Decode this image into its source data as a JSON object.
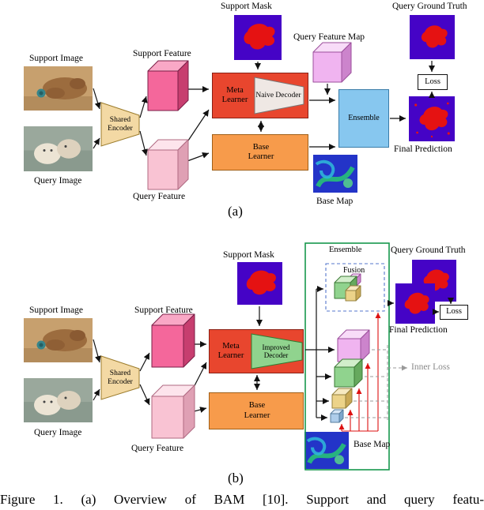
{
  "colors": {
    "meta_learner_fill": "#e8462e",
    "base_learner_fill": "#f79b4b",
    "ensemble_fill": "#87c7ef",
    "encoder_fill": "#f3d9a4",
    "naive_decoder_fill": "#efe8e4",
    "improved_decoder_fill": "#90d38e",
    "support_feature_fill": "#f4679b",
    "query_feature_fill": "#f9c3d3",
    "query_feature_map_fill": "#f0b4f0",
    "mask_background": "#4503c6",
    "mask_foreground": "#e51212",
    "ensemble_border": "#17984d",
    "fusion_border": "#5577cc",
    "inner_loss_text": "#8a8a8a",
    "red_arrow": "#dd1111",
    "base_map_blue": "#2334c8"
  },
  "a": {
    "labels": {
      "support_mask": "Support Mask",
      "query_ground_truth": "Query Ground Truth",
      "query_feature_map": "Query Feature Map",
      "support_image": "Support Image",
      "support_feature": "Support Feature",
      "shared_encoder": "Shared Encoder",
      "query_image": "Query Image",
      "query_feature": "Query Feature",
      "meta_learner": "Meta Learner",
      "naive_decoder": "Naive Decoder",
      "base_learner": "Base Learner",
      "ensemble": "Ensemble",
      "loss": "Loss",
      "final_prediction": "Final Prediction",
      "base_map": "Base Map",
      "caption": "(a)"
    }
  },
  "b": {
    "labels": {
      "support_mask": "Support Mask",
      "query_ground_truth": "Query Ground Truth",
      "support_image": "Support Image",
      "support_feature": "Support Feature",
      "shared_encoder": "Shared Encoder",
      "query_image": "Query Image",
      "query_feature": "Query Feature",
      "meta_learner": "Meta Learner",
      "improved_decoder": "Improved Decoder",
      "base_learner": "Base Learner",
      "ensemble": "Ensemble",
      "fusion": "Fusion",
      "loss": "Loss",
      "final_prediction": "Final Prediction",
      "inner_loss": "Inner Loss",
      "base_map": "Base Map",
      "caption": "(b)"
    }
  },
  "figure_caption": "Figure 1. (a) Overview of BAM [10]. Support and query featu-"
}
